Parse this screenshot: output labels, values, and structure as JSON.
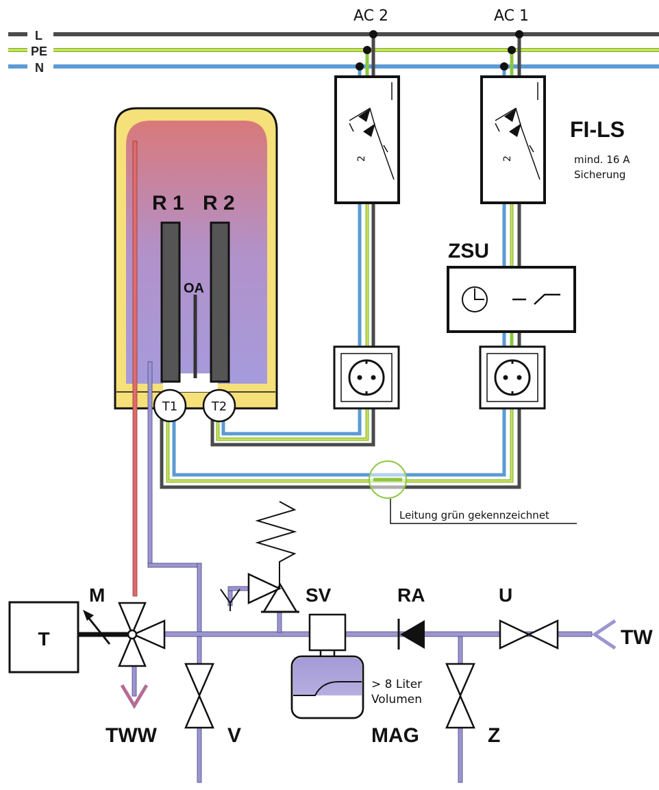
{
  "bus": {
    "L": "L",
    "PE": "PE",
    "N": "N",
    "ac2": "AC 2",
    "ac1": "AC 1",
    "colors": {
      "L": "#4a4a4a",
      "PE_green": "#8cc63f",
      "PE_yellow": "#f2e56b",
      "N": "#5b9bd5"
    }
  },
  "breaker": {
    "title": "FI-LS",
    "note_line1": "mind. 16 A",
    "note_line2": "Sicherung",
    "pole_mark": "2"
  },
  "tank": {
    "r1": "R 1",
    "r2": "R 2",
    "oa": "OA",
    "t1": "T1",
    "t2": "T2"
  },
  "timer": {
    "label": "ZSU"
  },
  "cable_note": "Leitung grün gekennzeichnet",
  "plumbing": {
    "m": "M",
    "t": "T",
    "tww": "TWW",
    "v": "V",
    "sv": "SV",
    "ra": "RA",
    "u": "U",
    "tw": "TW",
    "z": "Z",
    "mag": "MAG",
    "mag_note_line1": "> 8 Liter",
    "mag_note_line2": "Volumen",
    "pipe_color": "#9b96d0",
    "hot_color": "#e06b6b"
  }
}
